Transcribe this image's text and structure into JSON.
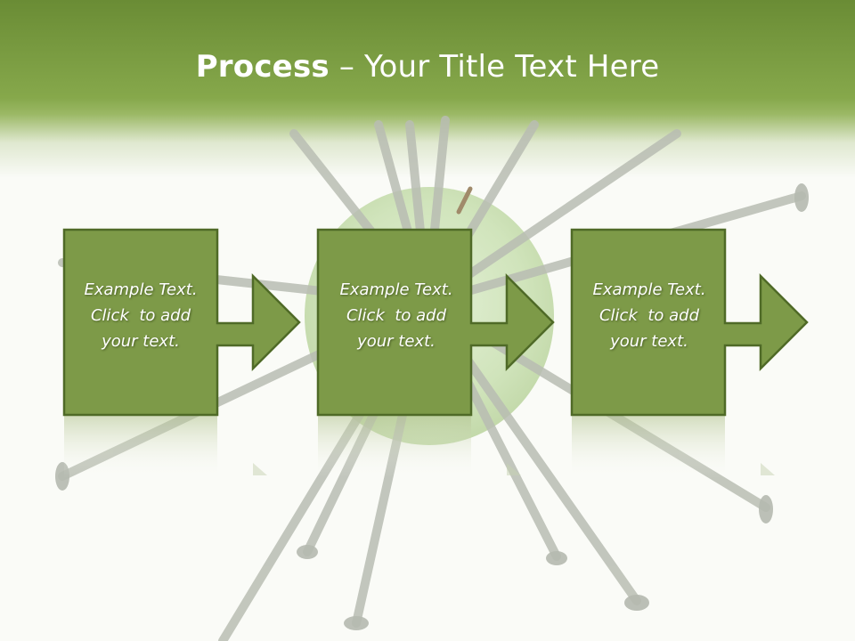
{
  "slide": {
    "title_bold": "Process",
    "title_rest": " – Your Title Text Here"
  },
  "steps": [
    {
      "line1": "Example Text.",
      "line2": "Click  to add",
      "line3": "your text."
    },
    {
      "line1": "Example Text.",
      "line2": "Click  to add",
      "line3": "your text."
    },
    {
      "line1": "Example Text.",
      "line2": "Click  to add",
      "line3": "your text."
    }
  ],
  "colors": {
    "header_dark": "#6a8c35",
    "box_fill": "#7d9a48",
    "box_border": "#4f6a27"
  },
  "background_image": "apple-with-screws"
}
